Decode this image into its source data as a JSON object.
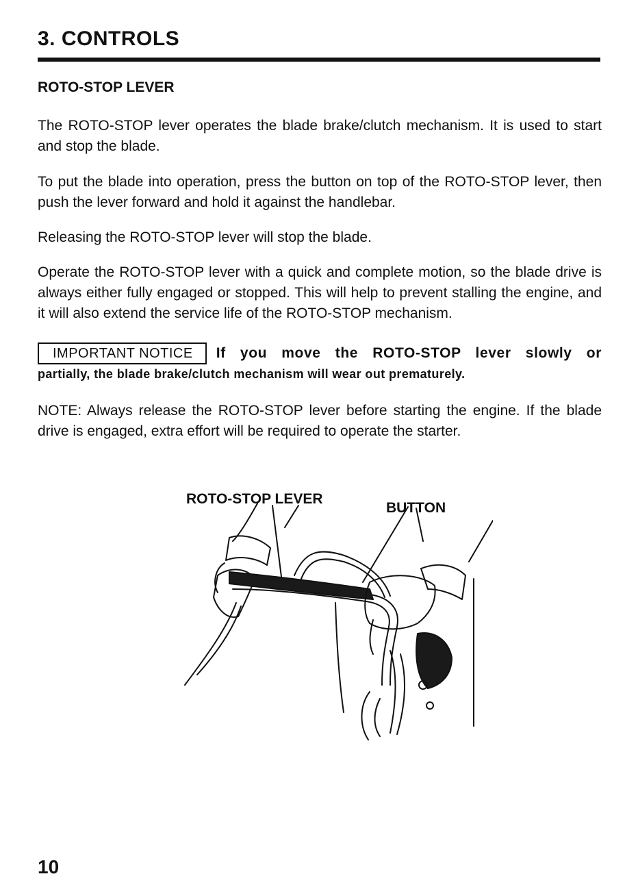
{
  "header": {
    "section_title": "3. CONTROLS"
  },
  "section": {
    "heading": "ROTO-STOP LEVER",
    "paragraphs": [
      "The ROTO-STOP lever operates the blade brake/clutch mechanism. It is used to start and stop the blade.",
      "To put the blade into operation, press the button on top of the ROTO-STOP lever, then push the lever forward and hold it against the handlebar.",
      "Releasing the ROTO-STOP lever will stop the blade.",
      "Operate the ROTO-STOP lever with a quick and complete motion, so the blade drive is always either fully engaged or stopped. This will help to prevent stalling the engine, and it will also extend the service life of the ROTO-STOP mechanism."
    ],
    "notice": {
      "label": "IMPORTANT NOTICE",
      "text_line1": "If you move the ROTO-STOP lever slowly or",
      "text_line2": "partially, the blade brake/clutch mechanism will wear out prematurely."
    },
    "note": "NOTE: Always release the ROTO-STOP lever before starting the engine. If the blade drive is engaged, extra effort will be required to operate the starter."
  },
  "figure": {
    "label_lever": "ROTO-STOP LEVER",
    "label_button": "BUTTON"
  },
  "footer": {
    "page_number": "10"
  }
}
